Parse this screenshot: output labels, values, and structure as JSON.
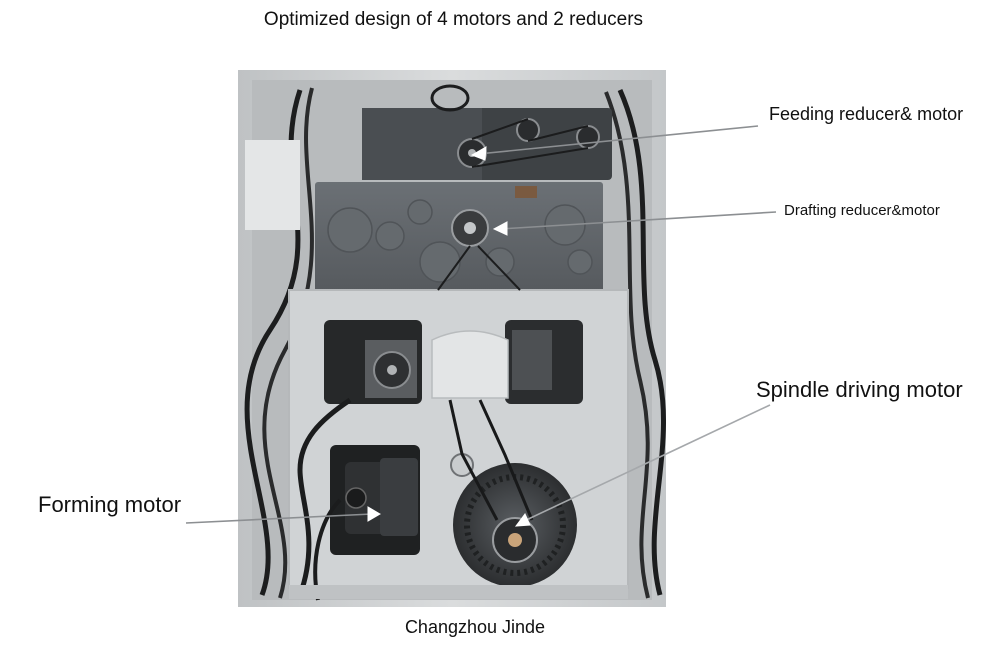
{
  "title": "Optimized design of 4 motors and 2 reducers",
  "caption": "Changzhou Jinde",
  "labels": {
    "feeding": "Feeding reducer& motor",
    "drafting": "Drafting reducer&motor",
    "spindle": "Spindle driving motor",
    "forming": "Forming motor"
  },
  "colors": {
    "frame": "#d3d6d8",
    "reducer": "#5f6468",
    "panel": "#c9ccce",
    "cavity": "#2a2c2e",
    "motor": "#3a3d40"
  }
}
